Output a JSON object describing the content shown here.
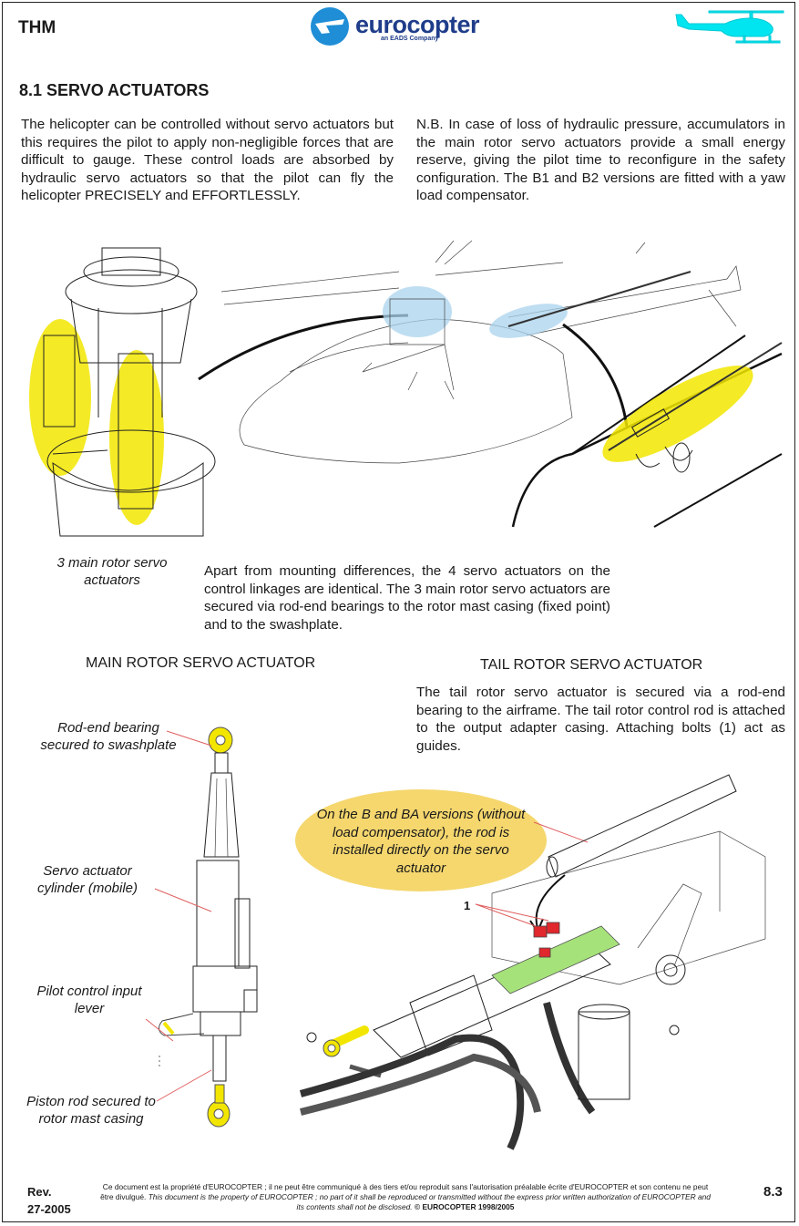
{
  "header": {
    "doc_code": "THM",
    "logo_name": "eurocopter",
    "logo_tagline": "an EADS Company"
  },
  "section": {
    "title": "8.1  SERVO ACTUATORS"
  },
  "intro": {
    "left": "The helicopter can be controlled without servo actuators but this requires the pilot to apply non-negligible forces that are difficult to gauge. These control loads are absorbed by hydraulic servo actuators so that the pilot can fly the helicopter PRECISELY and EFFORTLESSLY.",
    "right": "N.B. In case of loss of hydraulic pressure, accumulators in the main rotor servo actuators provide a small energy reserve, giving the pilot time to reconfigure in the safety configuration. The B1 and B2 versions are fitted with a yaw load compensator."
  },
  "overview": {
    "caption": "3 main rotor servo actuators",
    "mounting_text": "Apart from mounting differences, the 4 servo actuators on the control linkages are identical. The 3 main rotor servo actuators are secured via rod-end bearings to the rotor mast casing (fixed point) and to the swashplate."
  },
  "main_rotor": {
    "title": "MAIN ROTOR SERVO ACTUATOR",
    "labels": {
      "rod_end": "Rod-end  bearing secured to swashplate",
      "cylinder": "Servo actuator cylinder (mobile)",
      "pilot_lever": "Pilot control input lever",
      "piston_rod": "Piston rod secured to rotor mast casing"
    }
  },
  "tail_rotor": {
    "title": "TAIL ROTOR SERVO ACTUATOR",
    "text": "The tail rotor servo actuator is secured via a rod-end bearing to the airframe. The tail rotor control rod is attached to the output adapter casing. Attaching bolts (1) act as guides.",
    "bubble": "On the B and BA versions (without load compensator), the rod is installed directly on the servo actuator",
    "callout": "1"
  },
  "footer": {
    "rev_label": "Rev.",
    "rev_date": "27-2005",
    "notice_fr": "Ce document est la propriété d'EUROCOPTER ; il ne peut être communiqué à des tiers et/ou reproduit sans l'autorisation préalable écrite d'EUROCOPTER et son contenu ne peut être divulgué.",
    "notice_en": "This document is the property of EUROCOPTER ; no part of it shall be reproduced or transmitted without the express prior written authorization of EUROCOPTER and its contents shall not be disclosed.",
    "copyright": "© EUROCOPTER 1998/2005",
    "page_number": "8.3"
  },
  "colors": {
    "highlight_yellow": "#f2e600",
    "highlight_blue": "#a9d3ee",
    "bubble_fill": "#f5d76e",
    "bolt_red": "#e0282d",
    "guide_green": "#a6e27a",
    "logo_blue": "#1f3d8a",
    "heli_cyan": "#00e5f0"
  },
  "icons": {
    "header_right": "helicopter-icon",
    "logo_mark": "eurocopter-logo-icon"
  }
}
